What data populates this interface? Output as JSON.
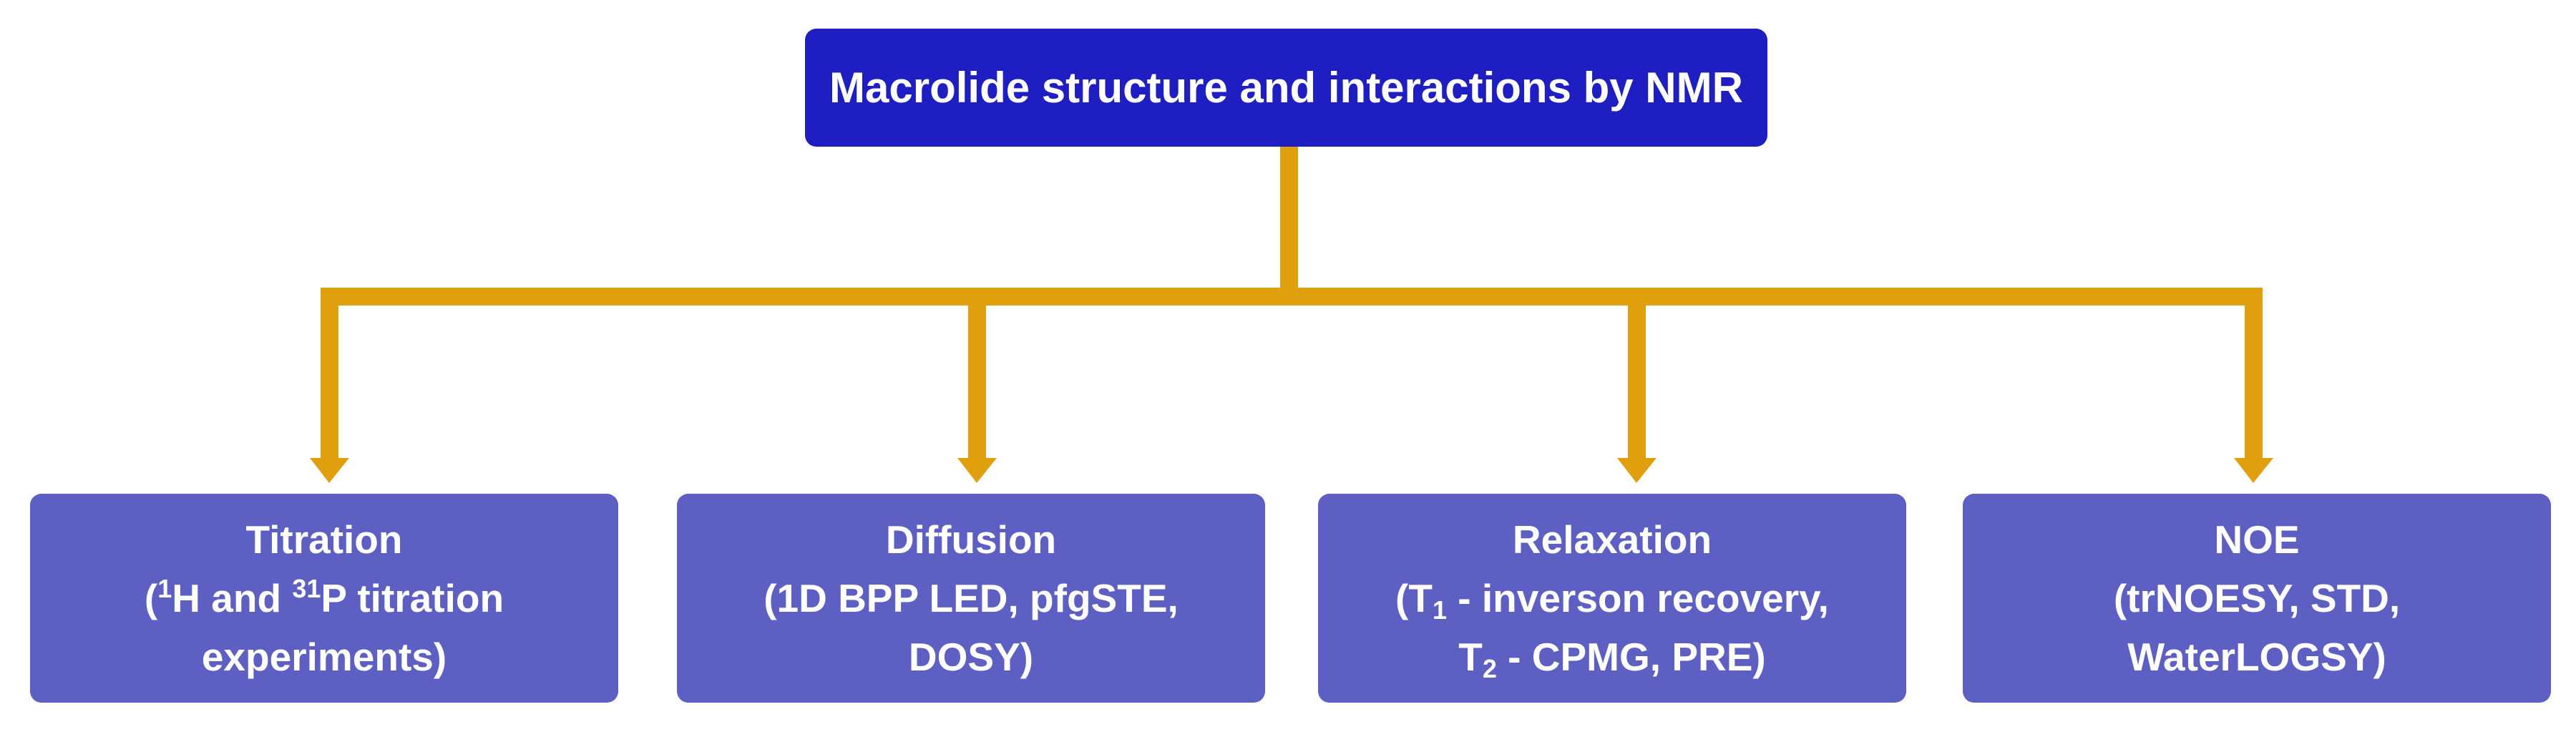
{
  "root": {
    "label": "Macrolide structure and interactions by NMR"
  },
  "methods": [
    {
      "title": "Titration",
      "detail_1": "(",
      "detail_sup_1": "1",
      "detail_2": "H and ",
      "detail_sup_2": "31",
      "detail_3": "P titration",
      "detail_line2": "experiments)"
    },
    {
      "title": "Diffusion",
      "detail_line1": "(1D BPP LED, pfgSTE,",
      "detail_line2": "DOSY)"
    },
    {
      "title": "Relaxation",
      "detail_a": "(T",
      "detail_a_sub": "1",
      "detail_a_rest": " - inverson recovery,",
      "detail_b": "T",
      "detail_b_sub": "2",
      "detail_b_rest": " - CPMG, PRE)"
    },
    {
      "title": "NOE",
      "detail_line1": "(trNOESY, STD,",
      "detail_line2": "WaterLOGSY)"
    }
  ],
  "colors": {
    "root_fill": "#1e1ec3",
    "child_fill": "#5d5fc3",
    "connector": "#e0a00e",
    "text": "#ffffff"
  }
}
